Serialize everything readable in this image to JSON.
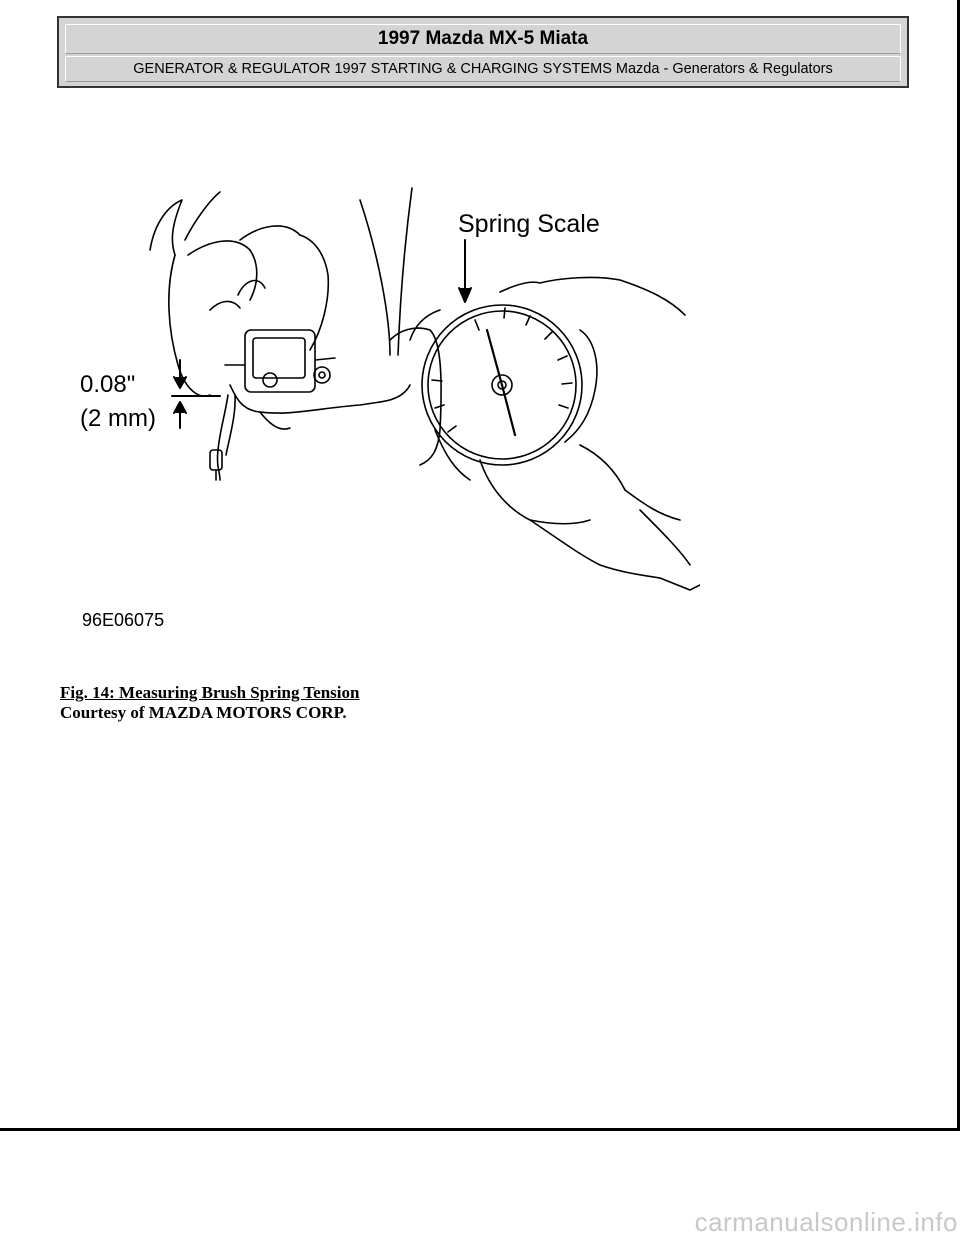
{
  "header": {
    "title": "1997 Mazda MX-5 Miata",
    "subtitle": "GENERATOR & REGULATOR 1997 STARTING & CHARGING SYSTEMS Mazda - Generators & Regulators"
  },
  "figure": {
    "callout_spring_scale": "Spring Scale",
    "callout_gap_in": "0.08\"",
    "callout_gap_mm": "(2 mm)",
    "image_code": "96E06075"
  },
  "caption": {
    "title": "Fig. 14: Measuring Brush Spring Tension",
    "credit": "Courtesy of MAZDA MOTORS CORP."
  },
  "watermark": "carmanualsonline.info"
}
